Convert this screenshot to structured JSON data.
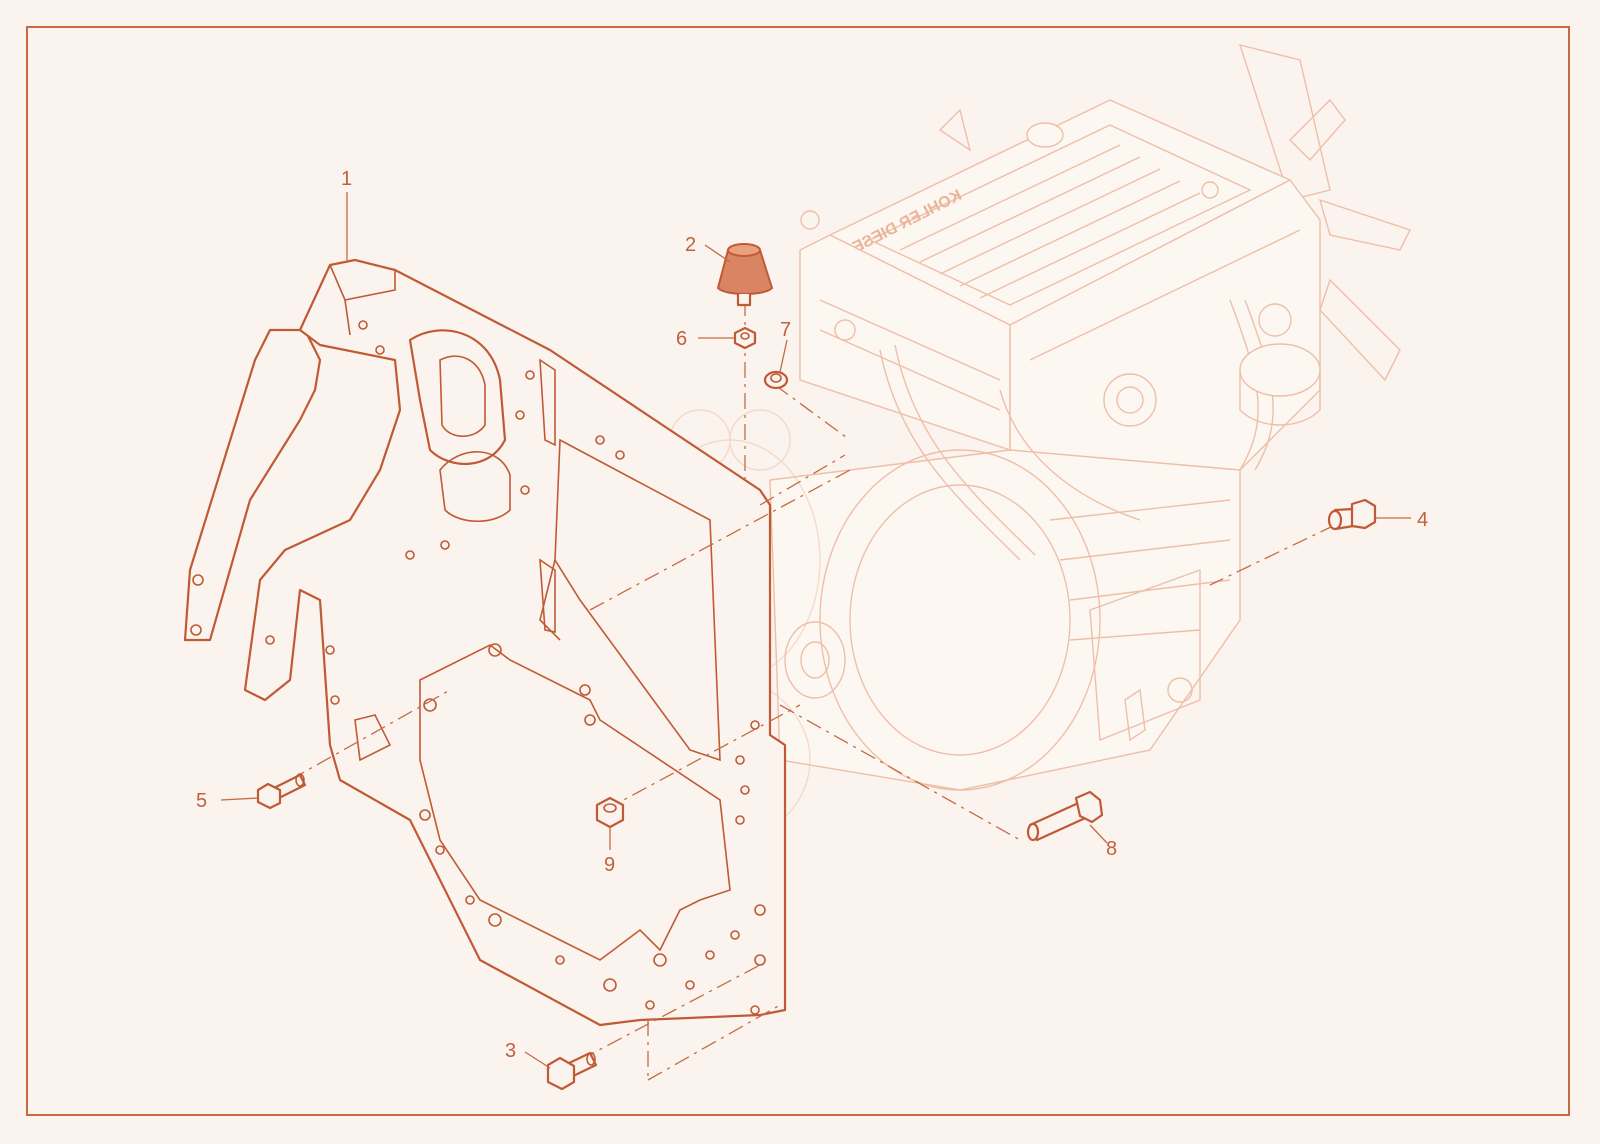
{
  "diagram": {
    "engine_brand_text": "KOHLER DIESEL",
    "accent_color": "#c05a35",
    "ghost_color": "#eebfa8",
    "background_color": "#fbf4ee",
    "callouts": [
      {
        "id": "1",
        "label": "1"
      },
      {
        "id": "2",
        "label": "2"
      },
      {
        "id": "3",
        "label": "3"
      },
      {
        "id": "4",
        "label": "4"
      },
      {
        "id": "5",
        "label": "5"
      },
      {
        "id": "6",
        "label": "6"
      },
      {
        "id": "7",
        "label": "7"
      },
      {
        "id": "8",
        "label": "8"
      },
      {
        "id": "9",
        "label": "9"
      }
    ]
  }
}
